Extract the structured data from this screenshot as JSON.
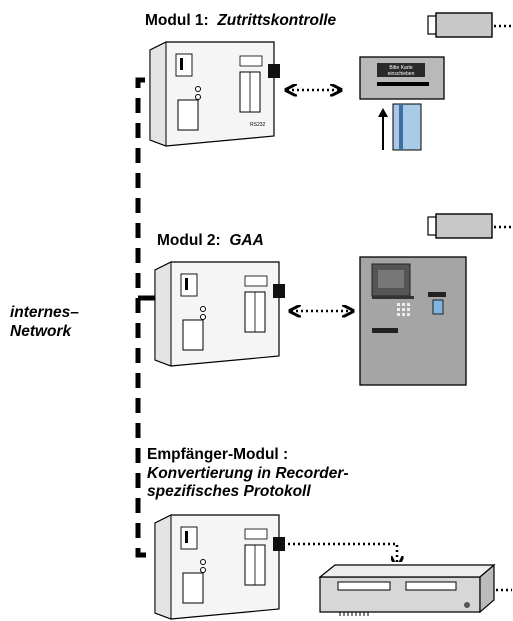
{
  "network_label": {
    "line1": "internes–",
    "line2": "Network"
  },
  "module1": {
    "prefix": "Modul 1:",
    "name": "Zutrittskontrolle",
    "card_reader_text_line1": "Bitte Karte",
    "card_reader_text_line2": "einschieben"
  },
  "module2": {
    "prefix": "Modul 2:",
    "name": "GAA"
  },
  "receiver": {
    "title": "Empfänger-Modul :",
    "line2": "Konvertierung in Recorder-",
    "line3": "spezifisches Protokoll"
  },
  "module_panel_text": "RS232",
  "icons": [
    "camera-icon",
    "card-reader-icon",
    "atm-icon",
    "recorder-icon",
    "converter-module-icon"
  ]
}
